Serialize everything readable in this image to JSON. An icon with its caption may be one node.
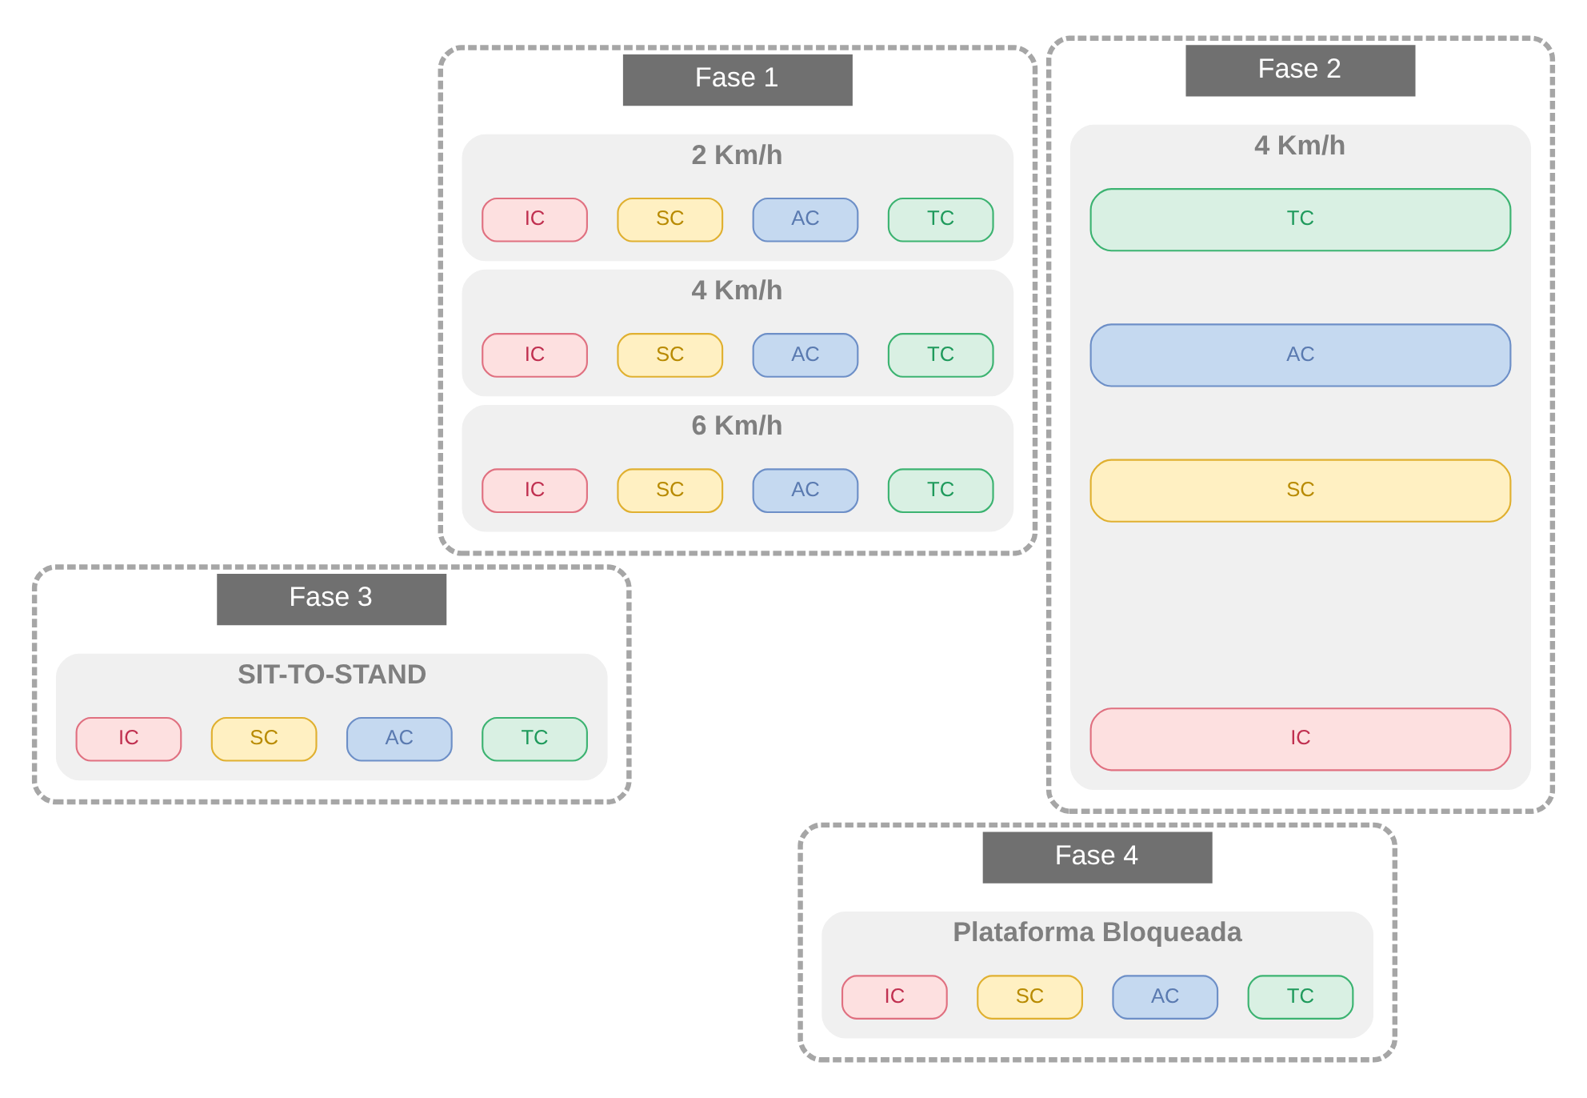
{
  "diagram": {
    "nodes": [
      {
        "text": [
          "Fase 1"
        ]
      },
      {
        "text": [
          "2 Km/h"
        ],
        "in": 0
      },
      {
        "text": [
          "TC"
        ],
        "in": 1
      },
      {
        "text": [
          "AC"
        ],
        "in": 1
      },
      {
        "text": [
          "SC"
        ],
        "in": 1
      },
      {
        "text": [
          "IC"
        ],
        "in": 1
      },
      {
        "text": [
          "4 Km/h"
        ],
        "in": 0
      },
      {
        "text": [
          "TC"
        ],
        "in": 6
      },
      {
        "text": [
          "AC"
        ],
        "in": 6
      },
      {
        "text": [
          "SC"
        ],
        "in": 6
      },
      {
        "text": [
          "IC"
        ],
        "in": 6
      },
      {
        "text": [
          "6 Km/h"
        ],
        "in": 0
      },
      {
        "text": [
          "TC"
        ],
        "in": 11
      },
      {
        "text": [
          "AC"
        ],
        "in": 11
      },
      {
        "text": [
          "SC"
        ],
        "in": 11
      },
      {
        "text": [
          "IC"
        ],
        "in": 11
      },
      {
        "text": [
          "Fase 2"
        ]
      },
      {
        "text": [
          "4 Km/h"
        ],
        "in": 16
      },
      {
        "text": [
          "TC"
        ],
        "in": 17
      },
      {
        "text": [
          "AC"
        ],
        "in": 17
      },
      {
        "text": [
          "SC"
        ],
        "in": 17
      },
      {
        "text": [
          "IC"
        ],
        "in": 17
      },
      {
        "text": [
          "Fase 3"
        ]
      },
      {
        "text": [
          "SIT-TO-STAND"
        ],
        "in": 22
      },
      {
        "text": [
          "TC"
        ],
        "in": 23
      },
      {
        "text": [
          "AC"
        ],
        "in": 23
      },
      {
        "text": [
          "SC"
        ],
        "in": 23
      },
      {
        "text": [
          "IC"
        ],
        "in": 23
      },
      {
        "text": [
          "Fase 4"
        ]
      },
      {
        "text": [
          "Plataforma Bloqueada"
        ],
        "in": 28
      },
      {
        "text": [
          "TC"
        ],
        "in": 29
      },
      {
        "text": [
          "AC"
        ],
        "in": 29
      },
      {
        "text": [
          "SC"
        ],
        "in": 29
      },
      {
        "text": [
          "IC"
        ],
        "in": 29
      }
    ],
    "edges": []
  }
}
